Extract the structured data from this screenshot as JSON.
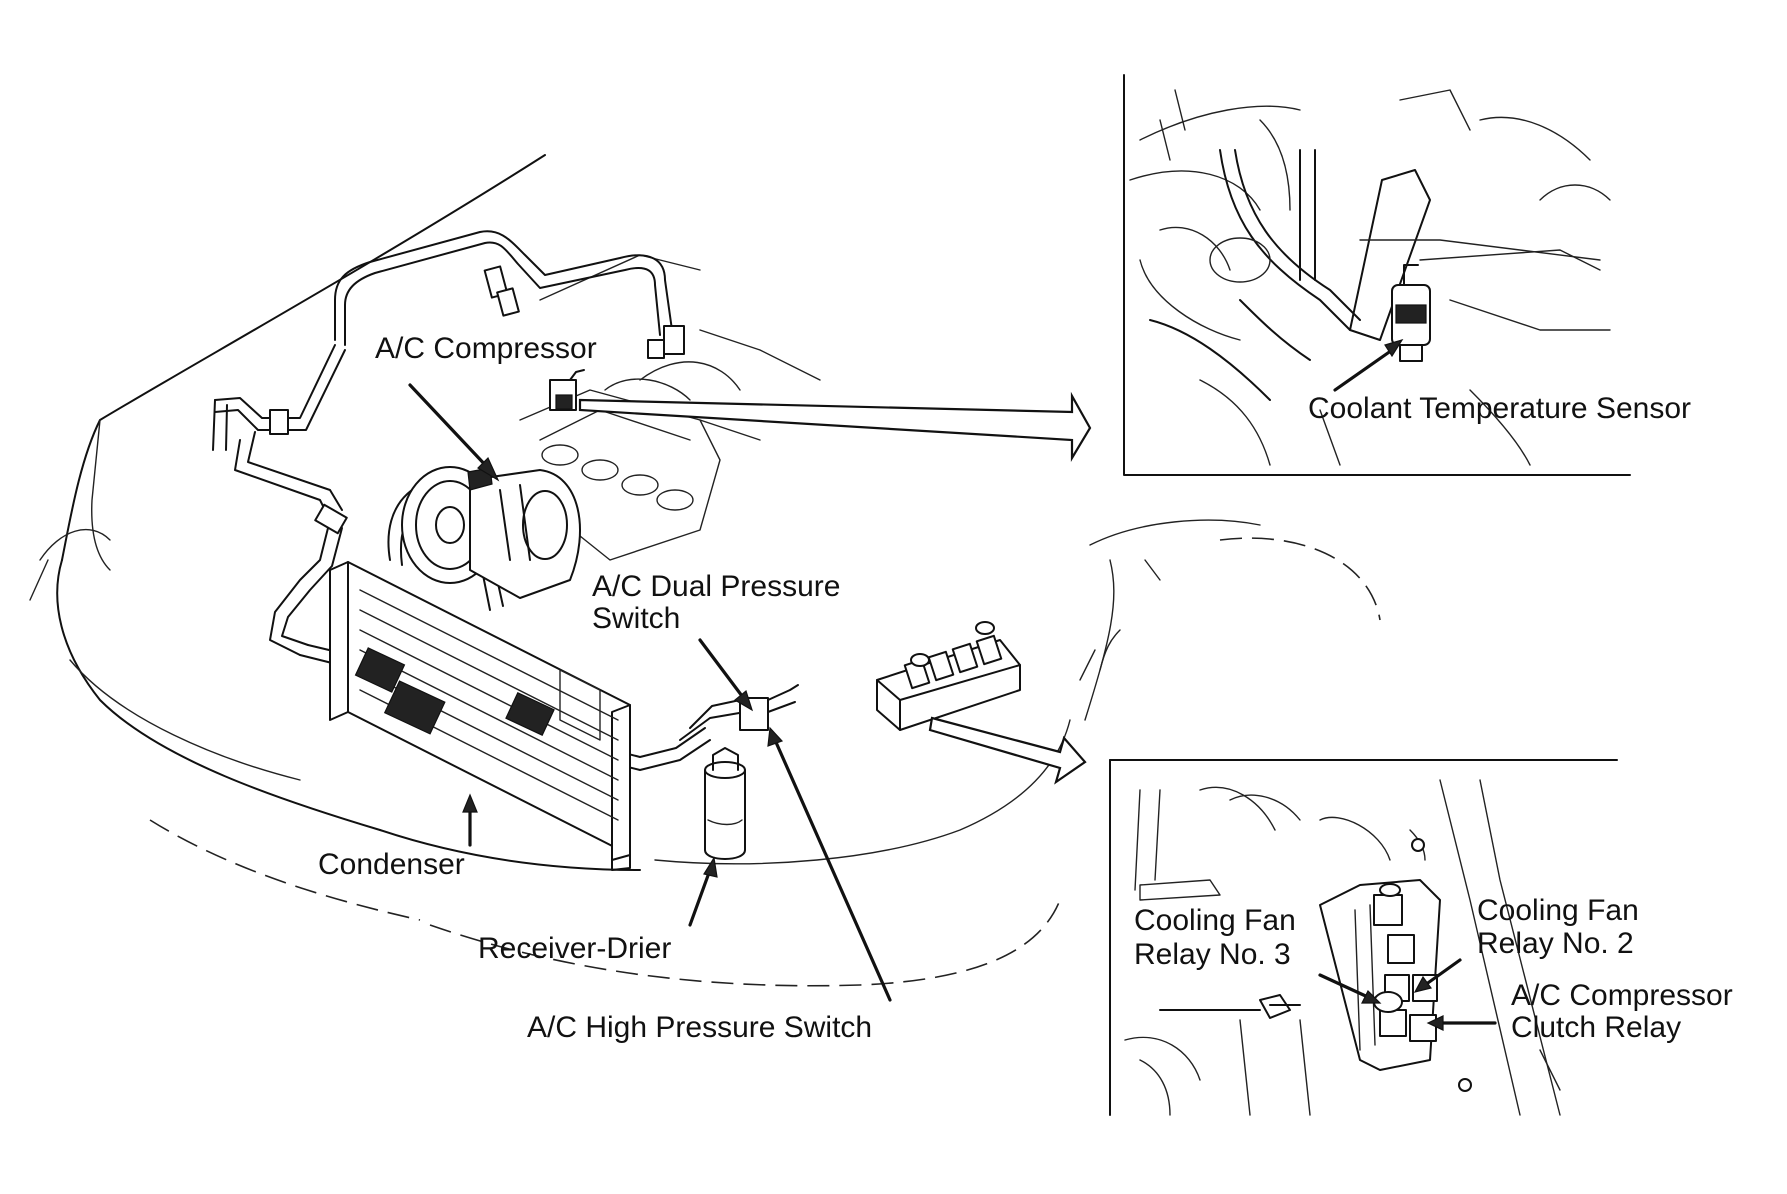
{
  "labels": {
    "ac_compressor": "A/C Compressor",
    "coolant_temperature_sensor": "Coolant Temperature Sensor",
    "ac_dual_pressure_switch_1": "A/C Dual Pressure",
    "ac_dual_pressure_switch_2": "Switch",
    "condenser": "Condenser",
    "receiver_drier": "Receiver-Drier",
    "ac_high_pressure_switch": "A/C High Pressure Switch",
    "cooling_fan_relay_3_1": "Cooling Fan",
    "cooling_fan_relay_3_2": "Relay No. 3",
    "cooling_fan_relay_2_1": "Cooling Fan",
    "cooling_fan_relay_2_2": "Relay No. 2",
    "ac_compressor_clutch_relay_1": "A/C Compressor",
    "ac_compressor_clutch_relay_2": "Clutch Relay"
  },
  "colors": {
    "ink": "#111111",
    "background": "#ffffff"
  }
}
